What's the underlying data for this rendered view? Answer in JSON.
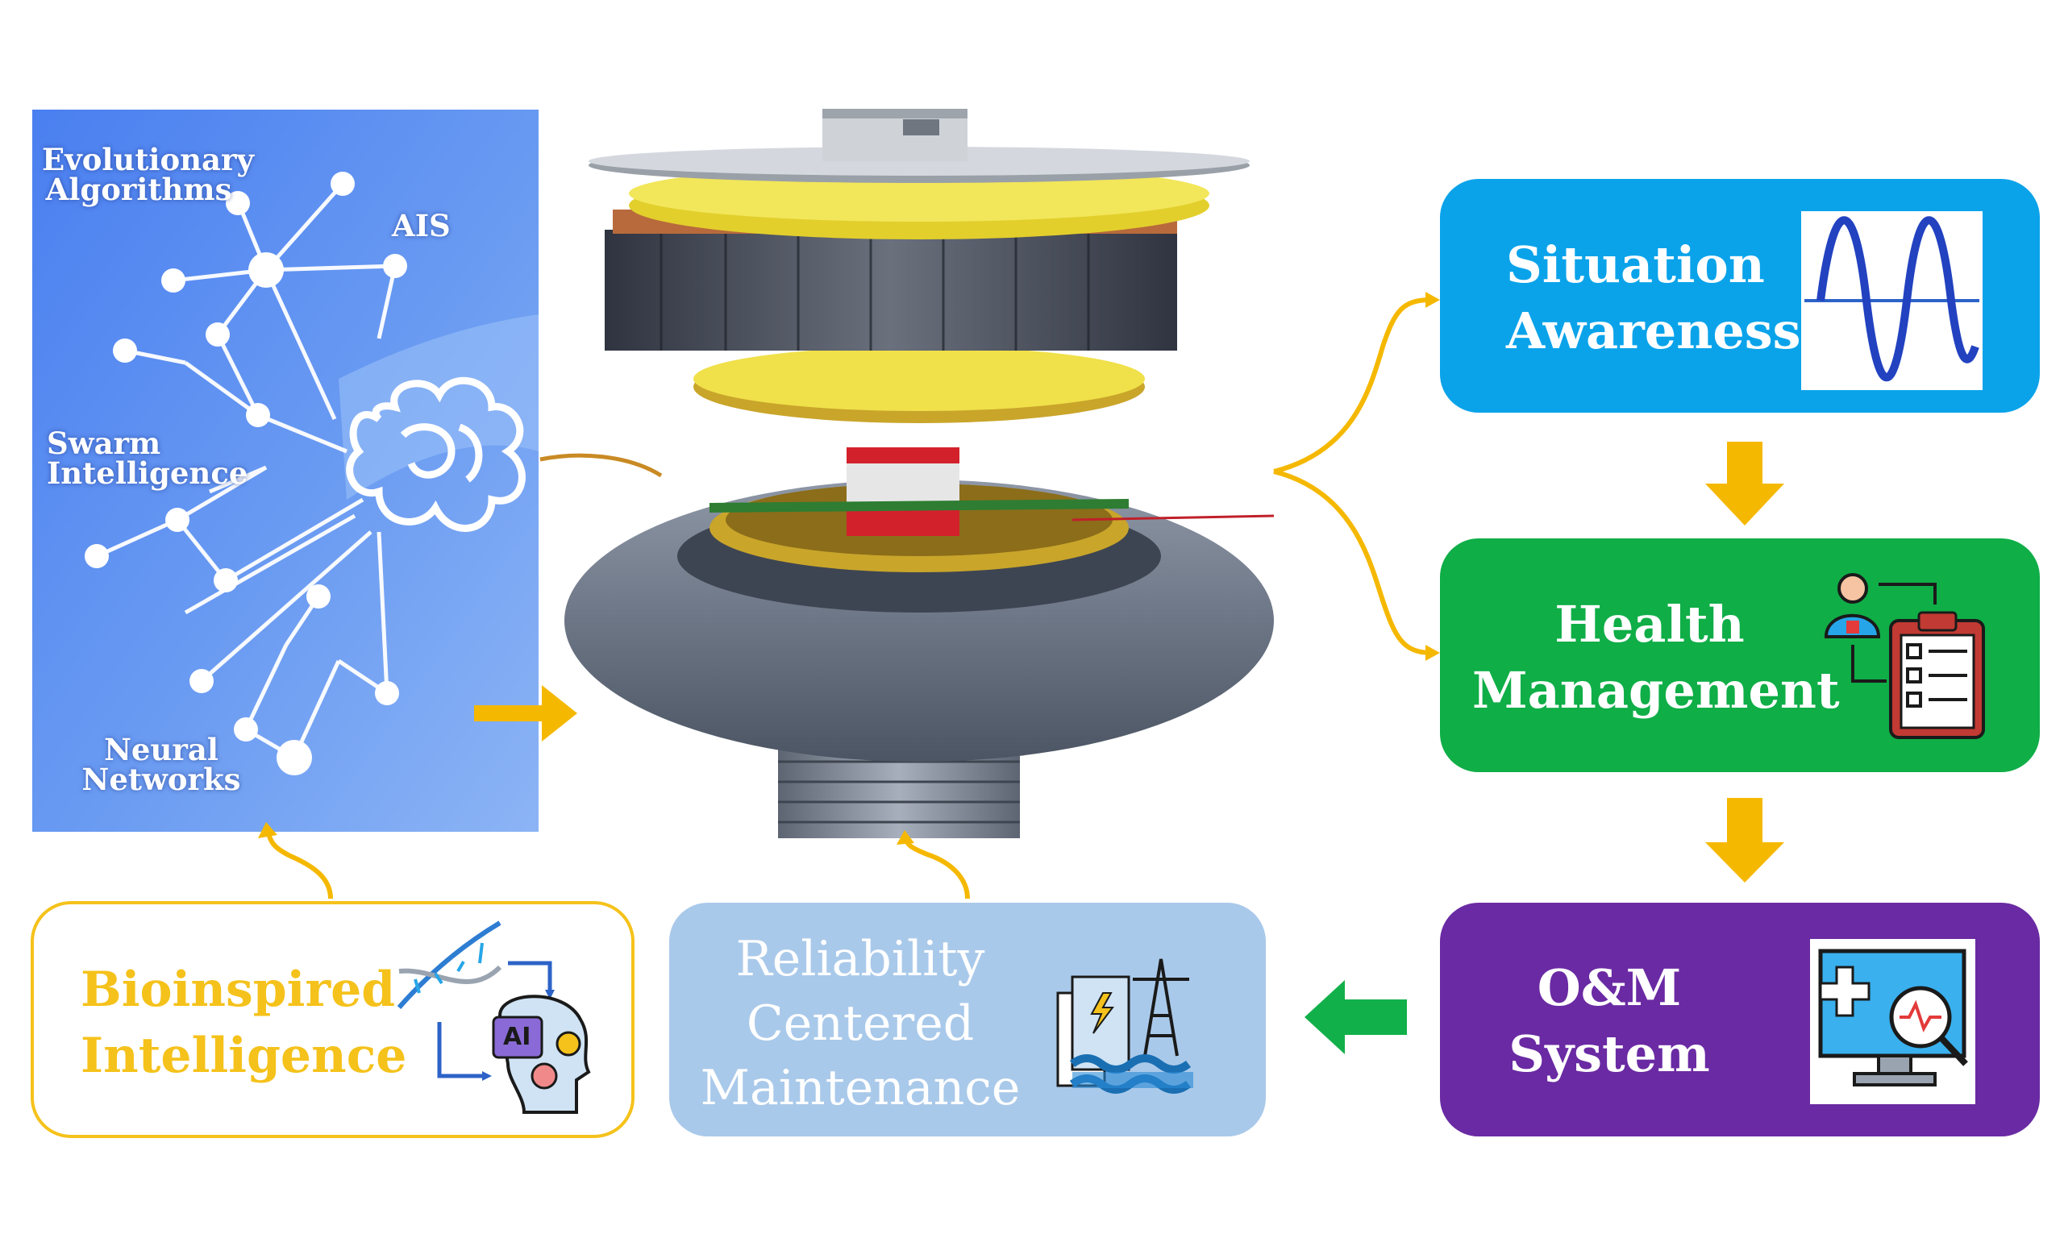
{
  "panel": {
    "labels": {
      "evolutionary_1": "Evolutionary",
      "evolutionary_2": "Algorithms",
      "ais": "AIS",
      "swarm_1": "Swarm",
      "swarm_2": "Intelligence",
      "neural_1": "Neural",
      "neural_2": "Networks"
    }
  },
  "boxes": {
    "situation": {
      "line1": "Situation",
      "line2": "Awareness",
      "color": "#0aa3ea"
    },
    "health": {
      "line1": "Health",
      "line2": "Management",
      "color": "#0fae47"
    },
    "om": {
      "line1": "O&M",
      "line2": "System",
      "color": "#6a2aa3"
    },
    "reliability": {
      "line1": "Reliability",
      "line2": "Centered",
      "line3": "Maintenance",
      "color": "#a9c9ea"
    },
    "bioinspired": {
      "line1": "Bioinspired",
      "line2": "Intelligence",
      "color": "#f5c21b"
    }
  },
  "icons": {
    "situation": "waveform-icon",
    "health": "patient-checklist-icon",
    "om": "medical-monitor-icon",
    "reliability": "hydropower-icon",
    "bioinspired": "dna-ai-icon",
    "ai_text": "AI"
  },
  "colors": {
    "arrow_yellow": "#f5b800",
    "arrow_green": "#12b04a",
    "panel_blue": "#5b8ef0"
  }
}
